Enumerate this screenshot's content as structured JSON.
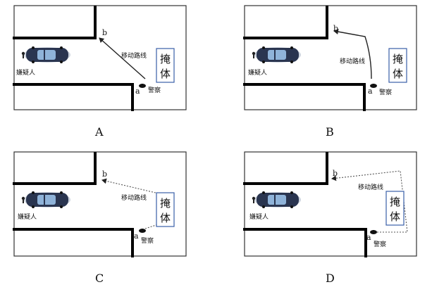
{
  "panels": [
    {
      "option": "A",
      "point_b": "b",
      "point_a": "a",
      "route_label": "移动路线",
      "cover_chars": [
        "掩",
        "体"
      ],
      "suspect_label": "嫌疑人",
      "police_label": "警察",
      "path_style": "straight"
    },
    {
      "option": "B",
      "point_b": "b",
      "point_a": "a",
      "route_label": "移动路线",
      "cover_chars": [
        "掩",
        "体"
      ],
      "suspect_label": "嫌疑人",
      "police_label": "警察",
      "path_style": "curved"
    },
    {
      "option": "C",
      "point_b": "b",
      "point_a": "a",
      "route_label": "移动路线",
      "cover_chars": [
        "掩",
        "体"
      ],
      "suspect_label": "嫌疑人",
      "police_label": "警察",
      "path_style": "via-cover"
    },
    {
      "option": "D",
      "point_b": "b",
      "point_a": "a",
      "route_label": "移动路线",
      "cover_chars": [
        "掩",
        "体"
      ],
      "suspect_label": "嫌疑人",
      "police_label": "警察",
      "path_style": "around-cover"
    }
  ],
  "colors": {
    "cover_border": "#3a5fa8",
    "car_body": "#2a3550",
    "car_glass": "#8fb3d9"
  }
}
